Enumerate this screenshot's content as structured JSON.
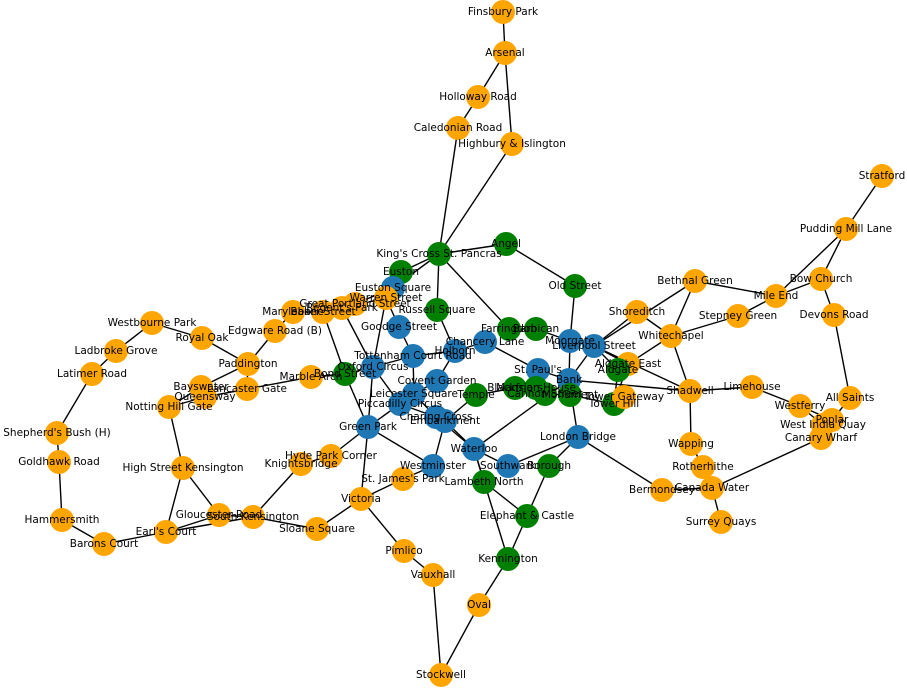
{
  "colors": {
    "orange": "#FFA500",
    "blue": "#1F77B4",
    "green": "#008000",
    "edge": "#000000"
  },
  "stations": [
    {
      "name": "Finsbury Park",
      "color": "orange"
    },
    {
      "name": "Arsenal",
      "color": "orange"
    },
    {
      "name": "Holloway Road",
      "color": "orange"
    },
    {
      "name": "Caledonian Road",
      "color": "orange"
    },
    {
      "name": "Highbury & Islington",
      "color": "orange"
    },
    {
      "name": "Stratford",
      "color": "orange"
    },
    {
      "name": "Pudding Mill Lane",
      "color": "orange"
    },
    {
      "name": "Bow Church",
      "color": "orange"
    },
    {
      "name": "Mile End",
      "color": "orange"
    },
    {
      "name": "Devons Road",
      "color": "orange"
    },
    {
      "name": "All Saints",
      "color": "orange"
    },
    {
      "name": "Poplar",
      "color": "orange"
    },
    {
      "name": "West India Quay",
      "color": "orange"
    },
    {
      "name": "Canary Wharf",
      "color": "orange"
    },
    {
      "name": "Westferry",
      "color": "orange"
    },
    {
      "name": "Limehouse",
      "color": "orange"
    },
    {
      "name": "Bethnal Green",
      "color": "orange"
    },
    {
      "name": "Stepney Green",
      "color": "orange"
    },
    {
      "name": "Whitechapel",
      "color": "orange"
    },
    {
      "name": "Shoreditch",
      "color": "orange"
    },
    {
      "name": "Aldgate East",
      "color": "orange"
    },
    {
      "name": "Shadwell",
      "color": "orange"
    },
    {
      "name": "Wapping",
      "color": "orange"
    },
    {
      "name": "Rotherhithe",
      "color": "orange"
    },
    {
      "name": "Canada Water",
      "color": "orange"
    },
    {
      "name": "Surrey Quays",
      "color": "orange"
    },
    {
      "name": "Bermondsey",
      "color": "orange"
    },
    {
      "name": "King's Cross St. Pancras",
      "color": "green"
    },
    {
      "name": "Angel",
      "color": "green"
    },
    {
      "name": "Old Street",
      "color": "green"
    },
    {
      "name": "Euston",
      "color": "green"
    },
    {
      "name": "Euston Square",
      "color": "blue"
    },
    {
      "name": "Warren Street",
      "color": "orange"
    },
    {
      "name": "Great Portland Street",
      "color": "orange"
    },
    {
      "name": "Regent's Park",
      "color": "orange"
    },
    {
      "name": "Baker Street",
      "color": "orange"
    },
    {
      "name": "Marylebone",
      "color": "orange"
    },
    {
      "name": "Russell Square",
      "color": "green"
    },
    {
      "name": "Goodge Street",
      "color": "blue"
    },
    {
      "name": "Farringdon",
      "color": "green"
    },
    {
      "name": "Barbican",
      "color": "green"
    },
    {
      "name": "Moorgate",
      "color": "blue"
    },
    {
      "name": "Liverpool Street",
      "color": "blue"
    },
    {
      "name": "Aldgate",
      "color": "green"
    },
    {
      "name": "Chancery Lane",
      "color": "blue"
    },
    {
      "name": "Holborn",
      "color": "blue"
    },
    {
      "name": "Tottenham Court Road",
      "color": "blue"
    },
    {
      "name": "Oxford Circus",
      "color": "blue"
    },
    {
      "name": "Bond Street",
      "color": "green"
    },
    {
      "name": "Marble Arch",
      "color": "orange"
    },
    {
      "name": "St. Paul's",
      "color": "blue"
    },
    {
      "name": "Bank",
      "color": "blue"
    },
    {
      "name": "Mansion House",
      "color": "green"
    },
    {
      "name": "Cannon Street",
      "color": "green"
    },
    {
      "name": "Monument",
      "color": "green"
    },
    {
      "name": "Tower Hill",
      "color": "green"
    },
    {
      "name": "Tower Gateway",
      "color": "orange"
    },
    {
      "name": "Blackfriars",
      "color": "green"
    },
    {
      "name": "Temple",
      "color": "green"
    },
    {
      "name": "Covent Garden",
      "color": "blue"
    },
    {
      "name": "Leicester Square",
      "color": "blue"
    },
    {
      "name": "Piccadilly Circus",
      "color": "blue"
    },
    {
      "name": "Charing Cross",
      "color": "blue"
    },
    {
      "name": "Embankment",
      "color": "blue"
    },
    {
      "name": "Green Park",
      "color": "blue"
    },
    {
      "name": "Westbourne Park",
      "color": "orange"
    },
    {
      "name": "Royal Oak",
      "color": "orange"
    },
    {
      "name": "Ladbroke Grove",
      "color": "orange"
    },
    {
      "name": "Latimer Road",
      "color": "orange"
    },
    {
      "name": "Edgware Road (B)",
      "color": "orange"
    },
    {
      "name": "Paddington",
      "color": "orange"
    },
    {
      "name": "Bayswater",
      "color": "orange"
    },
    {
      "name": "Queensway",
      "color": "orange"
    },
    {
      "name": "Lancaster Gate",
      "color": "orange"
    },
    {
      "name": "Notting Hill Gate",
      "color": "orange"
    },
    {
      "name": "Shepherd's Bush (H)",
      "color": "orange"
    },
    {
      "name": "Goldhawk Road",
      "color": "orange"
    },
    {
      "name": "Hammersmith",
      "color": "orange"
    },
    {
      "name": "Barons Court",
      "color": "orange"
    },
    {
      "name": "High Street Kensington",
      "color": "orange"
    },
    {
      "name": "Earl's Court",
      "color": "orange"
    },
    {
      "name": "Gloucester Road",
      "color": "orange"
    },
    {
      "name": "South Kensington",
      "color": "orange"
    },
    {
      "name": "Knightsbridge",
      "color": "orange"
    },
    {
      "name": "Hyde Park Corner",
      "color": "orange"
    },
    {
      "name": "Sloane Square",
      "color": "orange"
    },
    {
      "name": "Victoria",
      "color": "orange"
    },
    {
      "name": "St. James's Park",
      "color": "orange"
    },
    {
      "name": "Westminster",
      "color": "blue"
    },
    {
      "name": "Waterloo",
      "color": "blue"
    },
    {
      "name": "Southwark",
      "color": "blue"
    },
    {
      "name": "Borough",
      "color": "green"
    },
    {
      "name": "London Bridge",
      "color": "blue"
    },
    {
      "name": "Lambeth North",
      "color": "green"
    },
    {
      "name": "Elephant & Castle",
      "color": "green"
    },
    {
      "name": "Kennington",
      "color": "green"
    },
    {
      "name": "Oval",
      "color": "orange"
    },
    {
      "name": "Stockwell",
      "color": "orange"
    },
    {
      "name": "Vauxhall",
      "color": "orange"
    },
    {
      "name": "Pimlico",
      "color": "orange"
    }
  ],
  "connections": [
    [
      "Finsbury Park",
      "Arsenal"
    ],
    [
      "Arsenal",
      "Holloway Road"
    ],
    [
      "Holloway Road",
      "Caledonian Road"
    ],
    [
      "Arsenal",
      "Highbury & Islington"
    ],
    [
      "Caledonian Road",
      "King's Cross St. Pancras"
    ],
    [
      "Highbury & Islington",
      "King's Cross St. Pancras"
    ],
    [
      "King's Cross St. Pancras",
      "Angel"
    ],
    [
      "Angel",
      "Old Street"
    ],
    [
      "Old Street",
      "Moorgate"
    ],
    [
      "King's Cross St. Pancras",
      "Euston"
    ],
    [
      "King's Cross St. Pancras",
      "Russell Square"
    ],
    [
      "King's Cross St. Pancras",
      "Farringdon"
    ],
    [
      "King's Cross St. Pancras",
      "Euston Square"
    ],
    [
      "Euston",
      "Warren Street"
    ],
    [
      "Euston",
      "Euston Square"
    ],
    [
      "Euston Square",
      "Great Portland Street"
    ],
    [
      "Great Portland Street",
      "Baker Street"
    ],
    [
      "Baker Street",
      "Marylebone"
    ],
    [
      "Warren Street",
      "Regent's Park"
    ],
    [
      "Regent's Park",
      "Oxford Circus"
    ],
    [
      "Warren Street",
      "Goodge Street"
    ],
    [
      "Warren Street",
      "Oxford Circus"
    ],
    [
      "Goodge Street",
      "Tottenham Court Road"
    ],
    [
      "Russell Square",
      "Holborn"
    ],
    [
      "Farringdon",
      "Barbican"
    ],
    [
      "Barbican",
      "Moorgate"
    ],
    [
      "Moorgate",
      "Liverpool Street"
    ],
    [
      "Moorgate",
      "Bank"
    ],
    [
      "Liverpool Street",
      "Aldgate"
    ],
    [
      "Liverpool Street",
      "Bank"
    ],
    [
      "Liverpool Street",
      "Aldgate East"
    ],
    [
      "Liverpool Street",
      "Shadwell"
    ],
    [
      "Chancery Lane",
      "Holborn"
    ],
    [
      "Chancery Lane",
      "St. Paul's"
    ],
    [
      "Holborn",
      "Tottenham Court Road"
    ],
    [
      "Holborn",
      "Covent Garden"
    ],
    [
      "Tottenham Court Road",
      "Oxford Circus"
    ],
    [
      "Tottenham Court Road",
      "Leicester Square"
    ],
    [
      "Oxford Circus",
      "Bond Street"
    ],
    [
      "Oxford Circus",
      "Piccadilly Circus"
    ],
    [
      "Oxford Circus",
      "Green Park"
    ],
    [
      "Bond Street",
      "Marble Arch"
    ],
    [
      "Bond Street",
      "Green Park"
    ],
    [
      "Bond Street",
      "Baker Street"
    ],
    [
      "Marble Arch",
      "Lancaster Gate"
    ],
    [
      "Lancaster Gate",
      "Queensway"
    ],
    [
      "Queensway",
      "Notting Hill Gate"
    ],
    [
      "St. Paul's",
      "Bank"
    ],
    [
      "Bank",
      "Monument"
    ],
    [
      "Bank",
      "Waterloo"
    ],
    [
      "Bank",
      "Shadwell"
    ],
    [
      "Bank",
      "London Bridge"
    ],
    [
      "Mansion House",
      "Cannon Street"
    ],
    [
      "Cannon Street",
      "Monument"
    ],
    [
      "Monument",
      "Tower Hill"
    ],
    [
      "Tower Hill",
      "Aldgate"
    ],
    [
      "Tower Hill",
      "Tower Gateway"
    ],
    [
      "Blackfriars",
      "Mansion House"
    ],
    [
      "Temple",
      "Blackfriars"
    ],
    [
      "Embankment",
      "Temple"
    ],
    [
      "Covent Garden",
      "Leicester Square"
    ],
    [
      "Leicester Square",
      "Piccadilly Circus"
    ],
    [
      "Leicester Square",
      "Charing Cross"
    ],
    [
      "Piccadilly Circus",
      "Charing Cross"
    ],
    [
      "Piccadilly Circus",
      "Green Park"
    ],
    [
      "Charing Cross",
      "Embankment"
    ],
    [
      "Charing Cross",
      "Waterloo"
    ],
    [
      "Embankment",
      "Westminster"
    ],
    [
      "Embankment",
      "Waterloo"
    ],
    [
      "Green Park",
      "Westminster"
    ],
    [
      "Green Park",
      "Victoria"
    ],
    [
      "Green Park",
      "Hyde Park Corner"
    ],
    [
      "Hyde Park Corner",
      "Knightsbridge"
    ],
    [
      "Knightsbridge",
      "South Kensington"
    ],
    [
      "South Kensington",
      "Sloane Square"
    ],
    [
      "South Kensington",
      "Gloucester Road"
    ],
    [
      "Sloane Square",
      "Victoria"
    ],
    [
      "Victoria",
      "St. James's Park"
    ],
    [
      "St. James's Park",
      "Westminster"
    ],
    [
      "Victoria",
      "Pimlico"
    ],
    [
      "Pimlico",
      "Vauxhall"
    ],
    [
      "Vauxhall",
      "Stockwell"
    ],
    [
      "Stockwell",
      "Oval"
    ],
    [
      "Oval",
      "Kennington"
    ],
    [
      "Kennington",
      "Elephant & Castle"
    ],
    [
      "Kennington",
      "Waterloo"
    ],
    [
      "Elephant & Castle",
      "Borough"
    ],
    [
      "Elephant & Castle",
      "Lambeth North"
    ],
    [
      "Borough",
      "London Bridge"
    ],
    [
      "Lambeth North",
      "Waterloo"
    ],
    [
      "Waterloo",
      "Southwark"
    ],
    [
      "Southwark",
      "London Bridge"
    ],
    [
      "London Bridge",
      "Bermondsey"
    ],
    [
      "Bermondsey",
      "Canada Water"
    ],
    [
      "Canada Water",
      "Rotherhithe"
    ],
    [
      "Canada Water",
      "Surrey Quays"
    ],
    [
      "Canada Water",
      "Canary Wharf"
    ],
    [
      "Rotherhithe",
      "Wapping"
    ],
    [
      "Wapping",
      "Shadwell"
    ],
    [
      "Shadwell",
      "Whitechapel"
    ],
    [
      "Shadwell",
      "Limehouse"
    ],
    [
      "Limehouse",
      "Westferry"
    ],
    [
      "Westferry",
      "West India Quay"
    ],
    [
      "Westferry",
      "Poplar"
    ],
    [
      "Poplar",
      "All Saints"
    ],
    [
      "All Saints",
      "Devons Road"
    ],
    [
      "Devons Road",
      "Bow Church"
    ],
    [
      "Bow Church",
      "Pudding Mill Lane"
    ],
    [
      "Pudding Mill Lane",
      "Stratford"
    ],
    [
      "Pudding Mill Lane",
      "Mile End"
    ],
    [
      "Bow Church",
      "Mile End"
    ],
    [
      "Mile End",
      "Stepney Green"
    ],
    [
      "Stepney Green",
      "Whitechapel"
    ],
    [
      "Whitechapel",
      "Aldgate East"
    ],
    [
      "Whitechapel",
      "Shoreditch"
    ],
    [
      "Whitechapel",
      "Bethnal Green"
    ],
    [
      "Bethnal Green",
      "Mile End"
    ],
    [
      "Bethnal Green",
      "Liverpool Street"
    ],
    [
      "Shoreditch",
      "Liverpool Street"
    ],
    [
      "Aldgate East",
      "Tower Hill"
    ],
    [
      "Aldgate East",
      "Aldgate"
    ],
    [
      "Westbourne Park",
      "Royal Oak"
    ],
    [
      "Royal Oak",
      "Paddington"
    ],
    [
      "Westbourne Park",
      "Ladbroke Grove"
    ],
    [
      "Ladbroke Grove",
      "Latimer Road"
    ],
    [
      "Latimer Road",
      "Shepherd's Bush (H)"
    ],
    [
      "Shepherd's Bush (H)",
      "Goldhawk Road"
    ],
    [
      "Goldhawk Road",
      "Hammersmith"
    ],
    [
      "Hammersmith",
      "Barons Court"
    ],
    [
      "Barons Court",
      "Earl's Court"
    ],
    [
      "Paddington",
      "Edgware Road (B)"
    ],
    [
      "Edgware Road (B)",
      "Marylebone"
    ],
    [
      "Paddington",
      "Bayswater"
    ],
    [
      "Paddington",
      "Lancaster Gate"
    ],
    [
      "Bayswater",
      "Notting Hill Gate"
    ],
    [
      "Notting Hill Gate",
      "High Street Kensington"
    ],
    [
      "High Street Kensington",
      "Gloucester Road"
    ],
    [
      "High Street Kensington",
      "Earl's Court"
    ],
    [
      "Earl's Court",
      "Gloucester Road"
    ],
    [
      "Earl's Court",
      "South Kensington"
    ]
  ]
}
